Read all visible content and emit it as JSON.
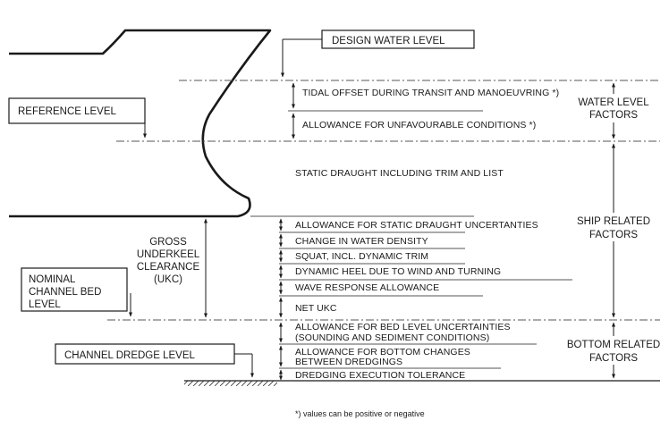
{
  "design_water_level": "DESIGN WATER LEVEL",
  "reference_level": "REFERENCE LEVEL",
  "channel_dredge_level": "CHANNEL DREDGE LEVEL",
  "nominal_channel_bed_level": [
    "NOMINAL",
    "CHANNEL BED",
    "LEVEL"
  ],
  "gross_ukc": [
    "GROSS",
    "UNDERKEEL",
    "CLEARANCE",
    "(UKC)"
  ],
  "water_level_factors": {
    "group": [
      "WATER LEVEL",
      "FACTORS"
    ],
    "items": [
      "TIDAL OFFSET DURING TRANSIT AND MANOEUVRING *)",
      "ALLOWANCE FOR UNFAVOURABLE CONDITIONS *)"
    ]
  },
  "static_draught": "STATIC DRAUGHT INCLUDING TRIM AND LIST",
  "ship_related_factors": {
    "group": [
      "SHIP RELATED",
      "FACTORS"
    ],
    "items": [
      "ALLOWANCE FOR STATIC DRAUGHT UNCERTANTIES",
      "CHANGE IN WATER DENSITY",
      "SQUAT, INCL. DYNAMIC TRIM",
      "DYNAMIC HEEL DUE TO WIND AND TURNING",
      "WAVE RESPONSE ALLOWANCE"
    ]
  },
  "net_ukc": "NET UKC",
  "bottom_related_factors": {
    "group": [
      "BOTTOM RELATED",
      "FACTORS"
    ],
    "items": [
      [
        "ALLOWANCE FOR BED LEVEL UNCERTAINTIES",
        "(SOUNDING AND SEDIMENT CONDITIONS)"
      ],
      [
        "ALLOWANCE FOR BOTTOM CHANGES",
        "BETWEEN DREDGINGS"
      ],
      [
        "DREDGING EXECUTION TOLERANCE"
      ]
    ]
  },
  "footnote": "*)  values can be positive or negative",
  "colors": {
    "line": "#1a1a1a",
    "dashed": "#555555",
    "background": "#ffffff"
  }
}
